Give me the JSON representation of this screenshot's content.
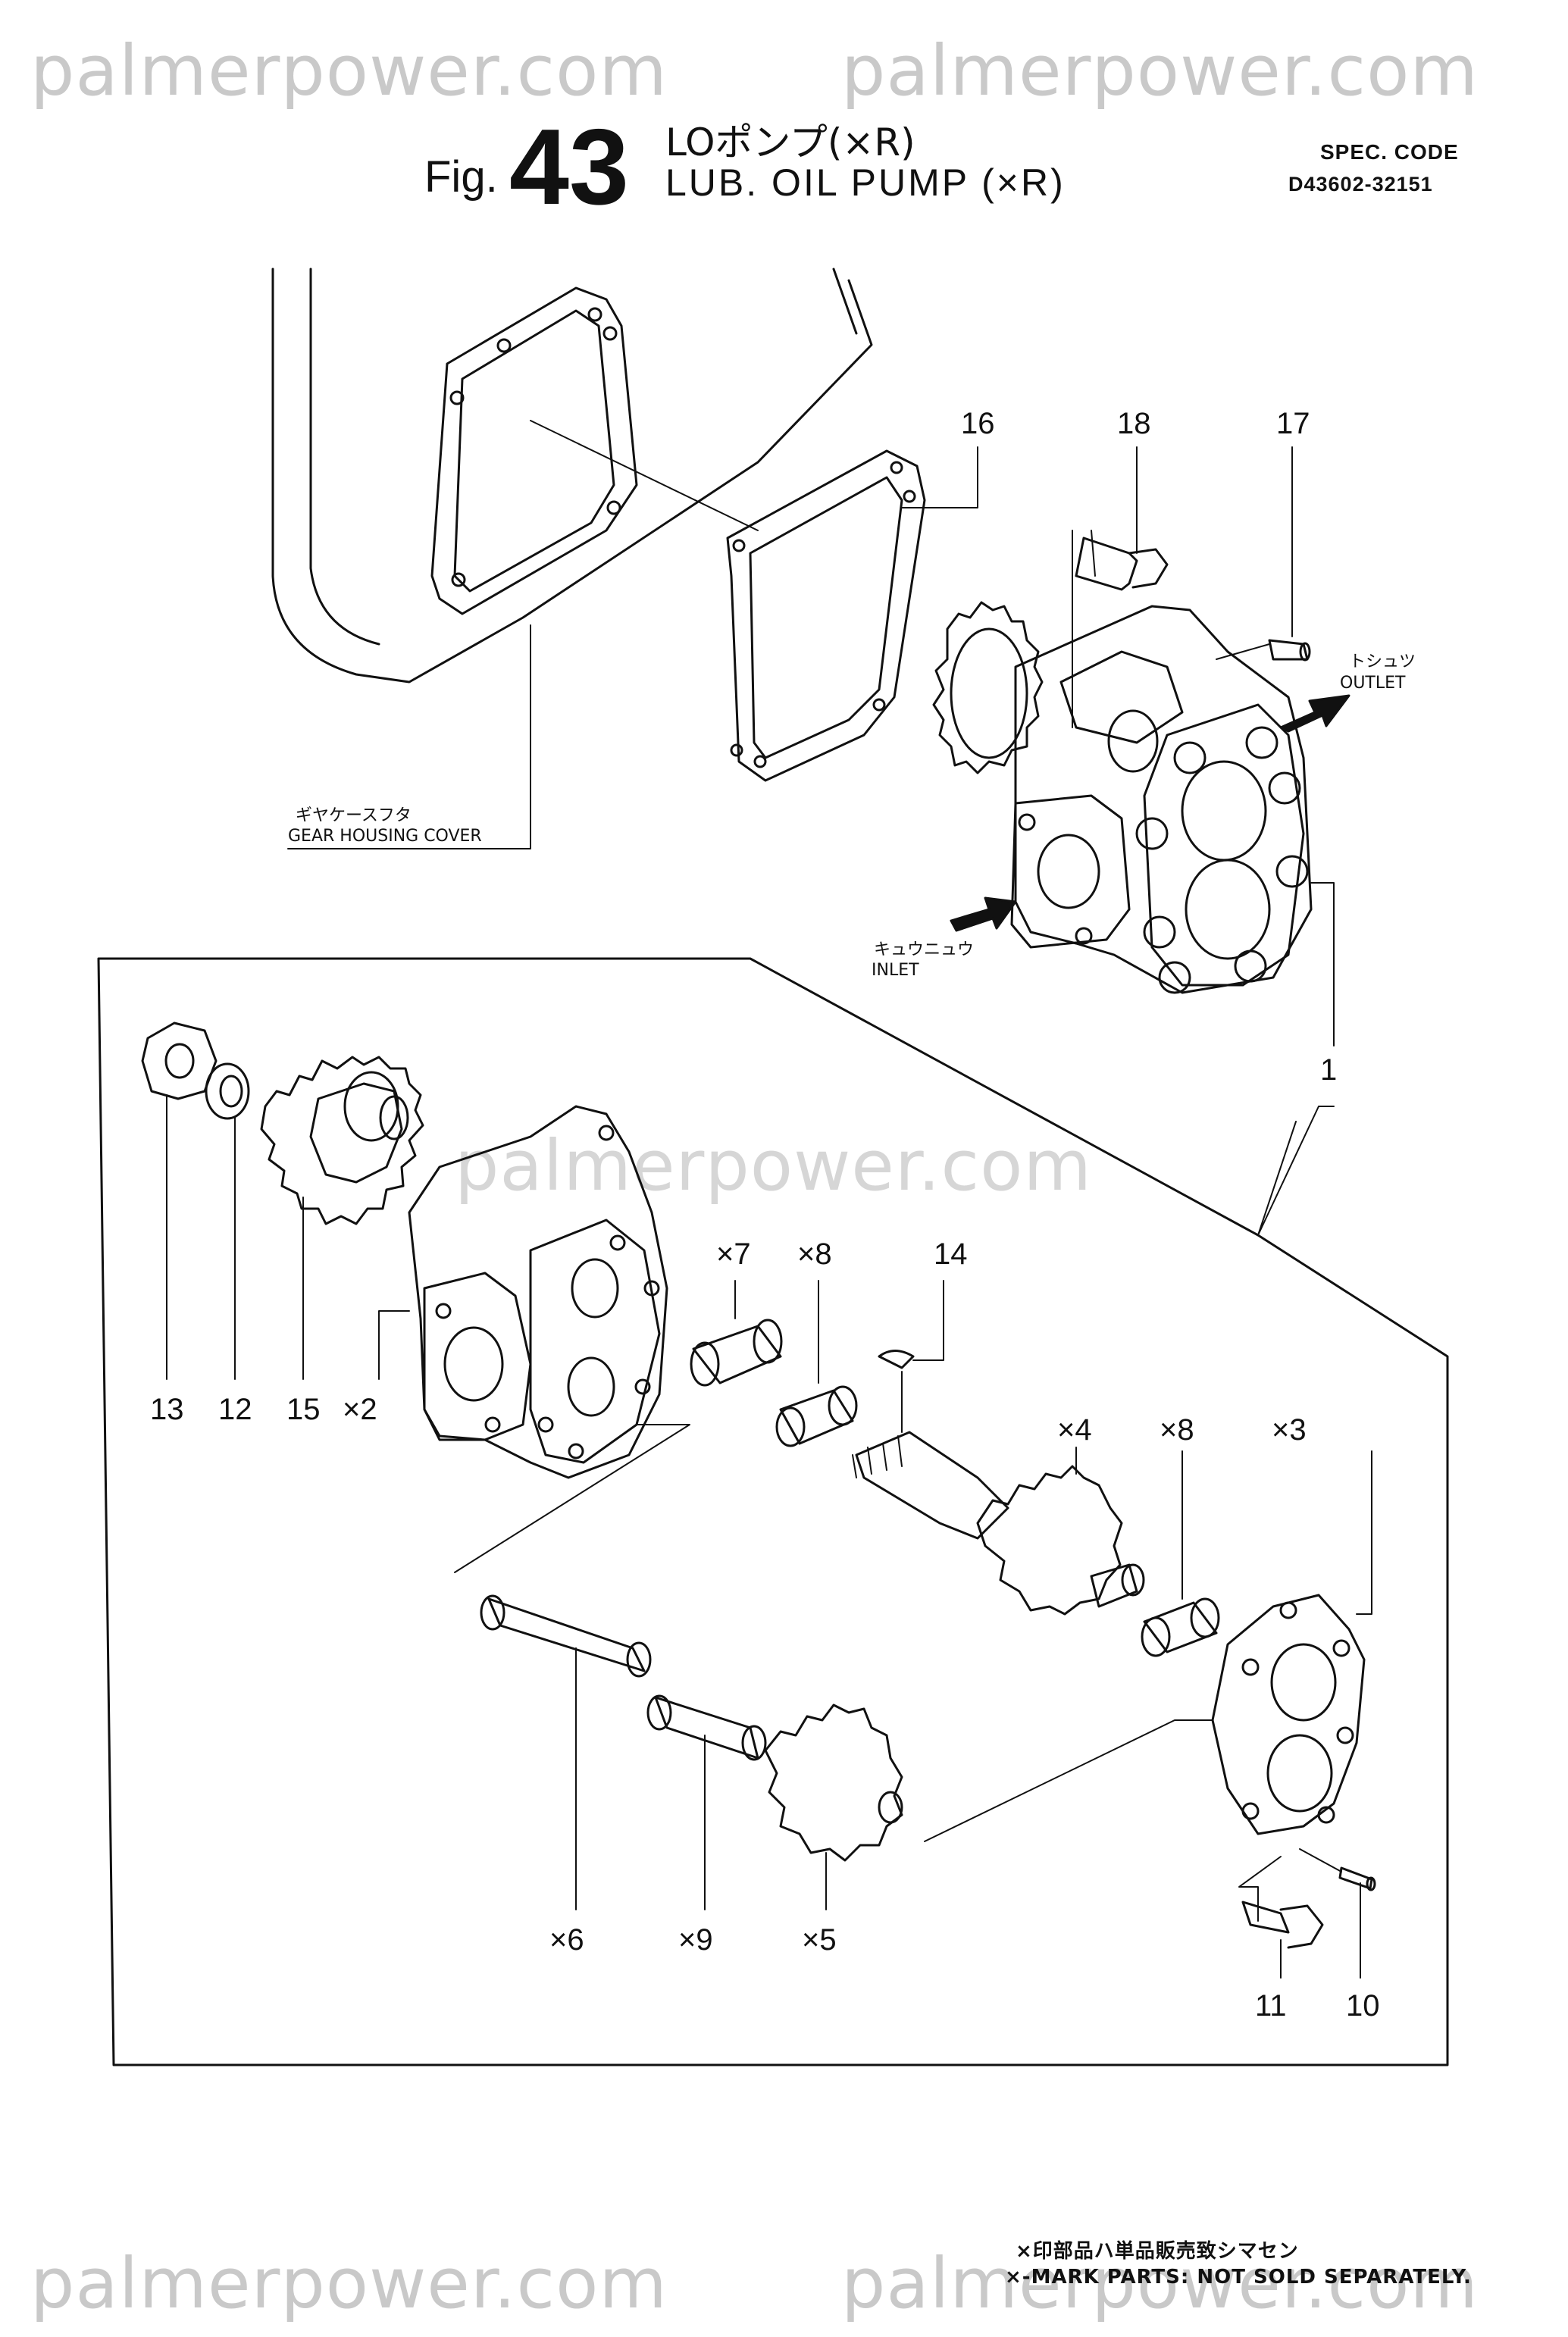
{
  "watermark": "palmerpower.com",
  "header": {
    "fig_prefix": "Fig.",
    "fig_number": "43",
    "title_jp": "LOポンプ(×R)",
    "title_en": "LUB. OIL PUMP (×R)",
    "spec_label": "SPEC. CODE",
    "spec_code": "D43602-32151"
  },
  "callouts": {
    "c16": "16",
    "c18": "18",
    "c17": "17",
    "c1": "1",
    "c13": "13",
    "c12": "12",
    "c15": "15",
    "x2": "×2",
    "x7": "×7",
    "x8a": "×8",
    "c14": "14",
    "x4": "×4",
    "x8b": "×8",
    "x3": "×3",
    "x6": "×6",
    "x9": "×9",
    "x5": "×5",
    "c11": "11",
    "c10": "10"
  },
  "annotations": {
    "gear_housing_jp": "ギヤケースフタ",
    "gear_housing_en": "GEAR HOUSING COVER",
    "outlet_jp": "トシュツ",
    "outlet_en": "OUTLET",
    "inlet_jp": "キュウニュウ",
    "inlet_en": "INLET"
  },
  "footer": {
    "note_jp": "×印部品ハ単品販売致シマセン",
    "note_en": "×-MARK PARTS: NOT SOLD SEPARATELY."
  }
}
